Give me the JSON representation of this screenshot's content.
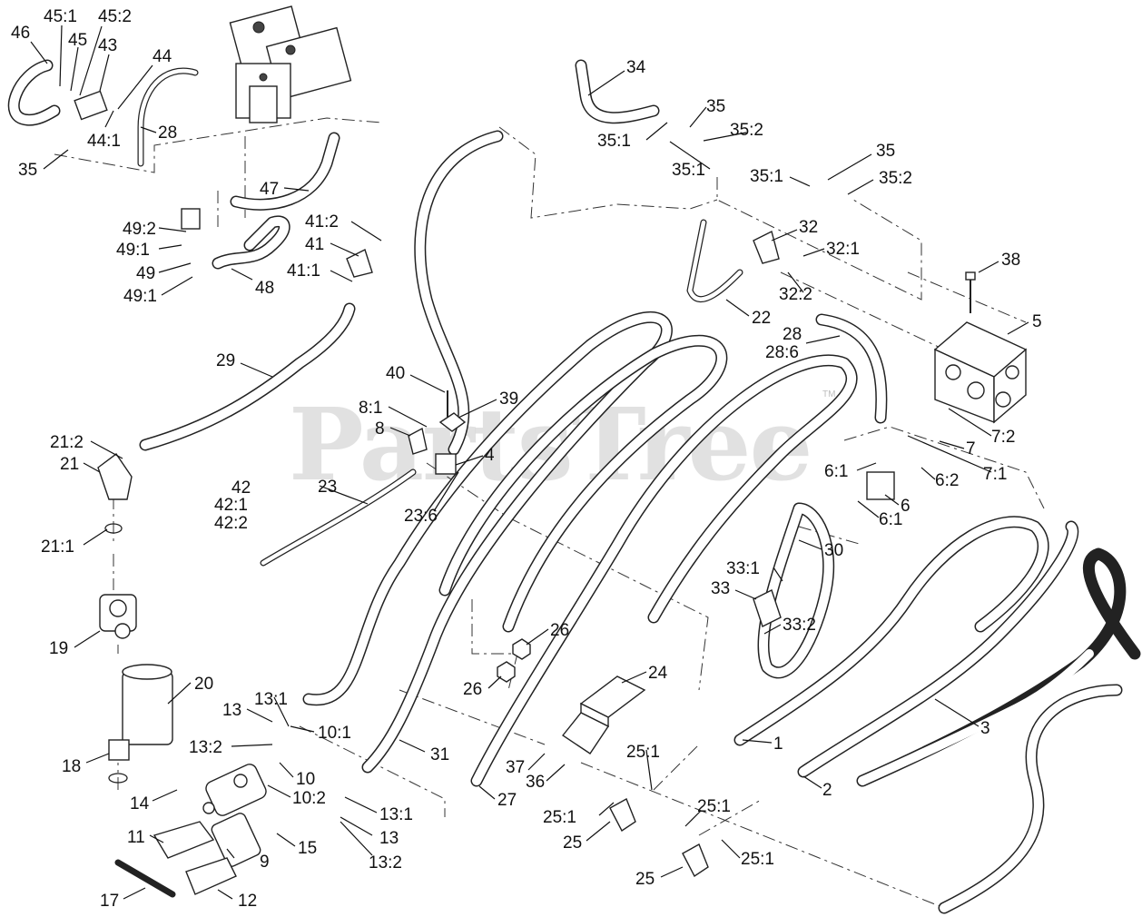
{
  "watermark": {
    "text": "PartsTree",
    "trademark": "TM"
  },
  "callouts": [
    "46",
    "45:1",
    "45",
    "45:2",
    "43",
    "44",
    "28",
    "44:1",
    "35",
    "47",
    "49:2",
    "49:1",
    "49",
    "49:1",
    "48",
    "41:2",
    "41",
    "41:1",
    "29",
    "21:2",
    "21",
    "21:1",
    "19",
    "20",
    "18",
    "34",
    "35",
    "35:1",
    "35:2",
    "35:1",
    "35",
    "35:1",
    "35:2",
    "32",
    "32:1",
    "32:2",
    "22",
    "38",
    "5",
    "28",
    "28:6",
    "40",
    "39",
    "8:1",
    "8",
    "4",
    "23",
    "23:6",
    "42",
    "42:1",
    "42:2",
    "7",
    "7:2",
    "7:1",
    "6:1",
    "6:2",
    "6",
    "6:1",
    "30",
    "33:1",
    "33",
    "33:2",
    "26",
    "26",
    "24",
    "1",
    "3",
    "2",
    "13:1",
    "13",
    "13:2",
    "10:1",
    "10",
    "10:2",
    "14",
    "11",
    "9",
    "15",
    "13:1",
    "13",
    "13:2",
    "17",
    "12",
    "31",
    "27",
    "37",
    "36",
    "25:1",
    "25:1",
    "25",
    "25:1",
    "25:1",
    "25"
  ]
}
